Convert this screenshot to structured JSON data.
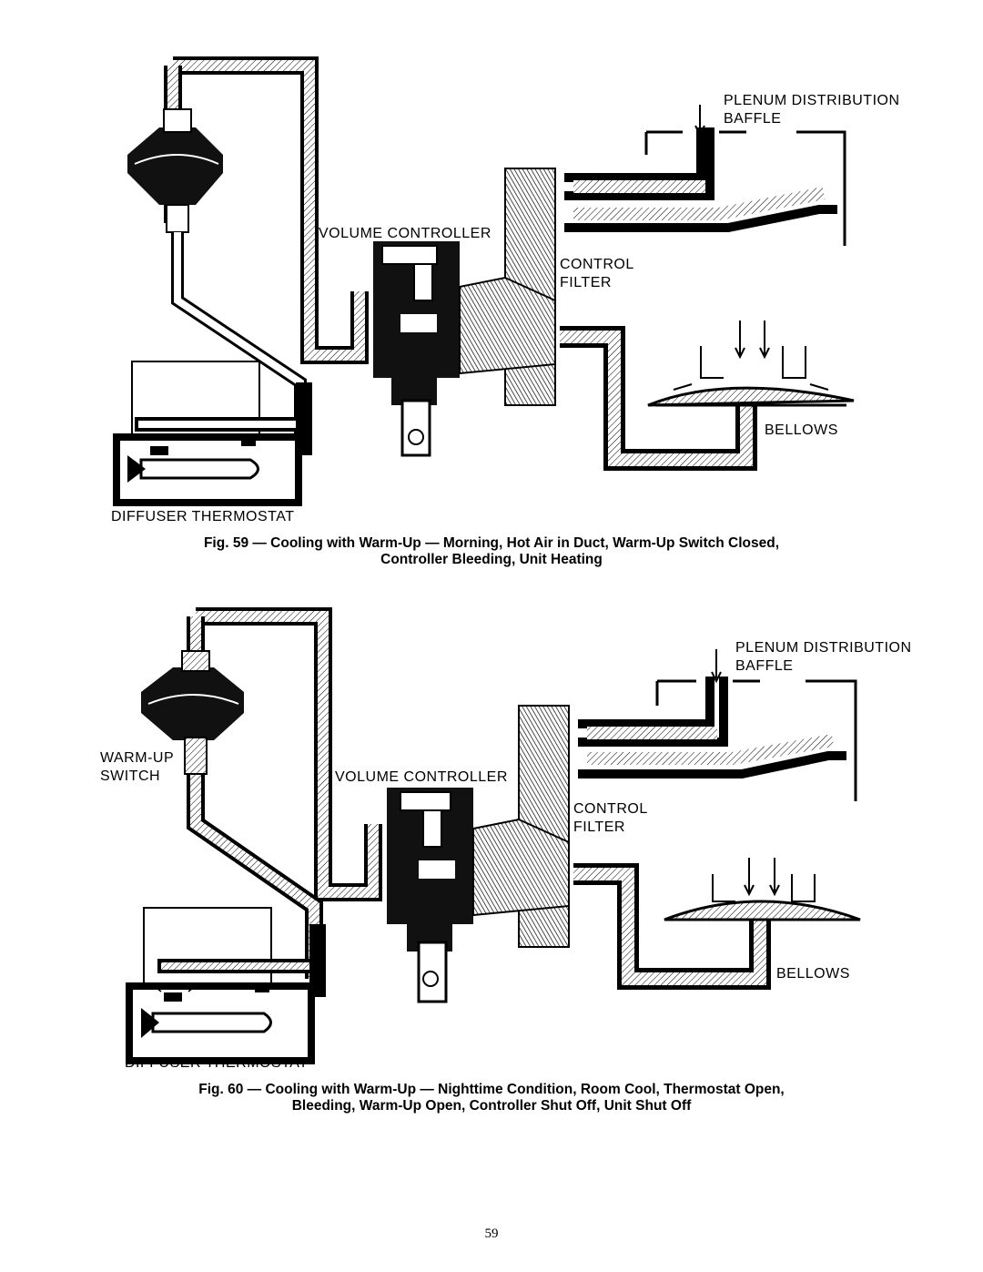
{
  "figure59": {
    "labels": {
      "plenum": "PLENUM DISTRIBUTION",
      "baffle": "BAFFLE",
      "volume_controller": "VOLUME CONTROLLER",
      "control": "CONTROL",
      "filter": "FILTER",
      "bellows": "BELLOWS",
      "diffuser_thermostat": "DIFFUSER THERMOSTAT"
    },
    "caption_line1": "Fig. 59 — Cooling with Warm-Up — Morning, Hot Air in Duct, Warm-Up Switch Closed,",
    "caption_line2": "Controller Bleeding, Unit Heating"
  },
  "figure60": {
    "labels": {
      "plenum": "PLENUM DISTRIBUTION",
      "baffle": "BAFFLE",
      "warm_up": "WARM-UP",
      "switch": "SWITCH",
      "volume_controller": "VOLUME CONTROLLER",
      "control": "CONTROL",
      "filter": "FILTER",
      "bellows": "BELLOWS",
      "diffuser_thermostat": "DIFFUSER THERMOSTAT"
    },
    "caption_line1": "Fig. 60 — Cooling with Warm-Up — Nighttime Condition, Room Cool, Thermostat Open,",
    "caption_line2": "Bleeding, Warm-Up Open, Controller Shut Off, Unit Shut Off"
  },
  "page_number": "59"
}
